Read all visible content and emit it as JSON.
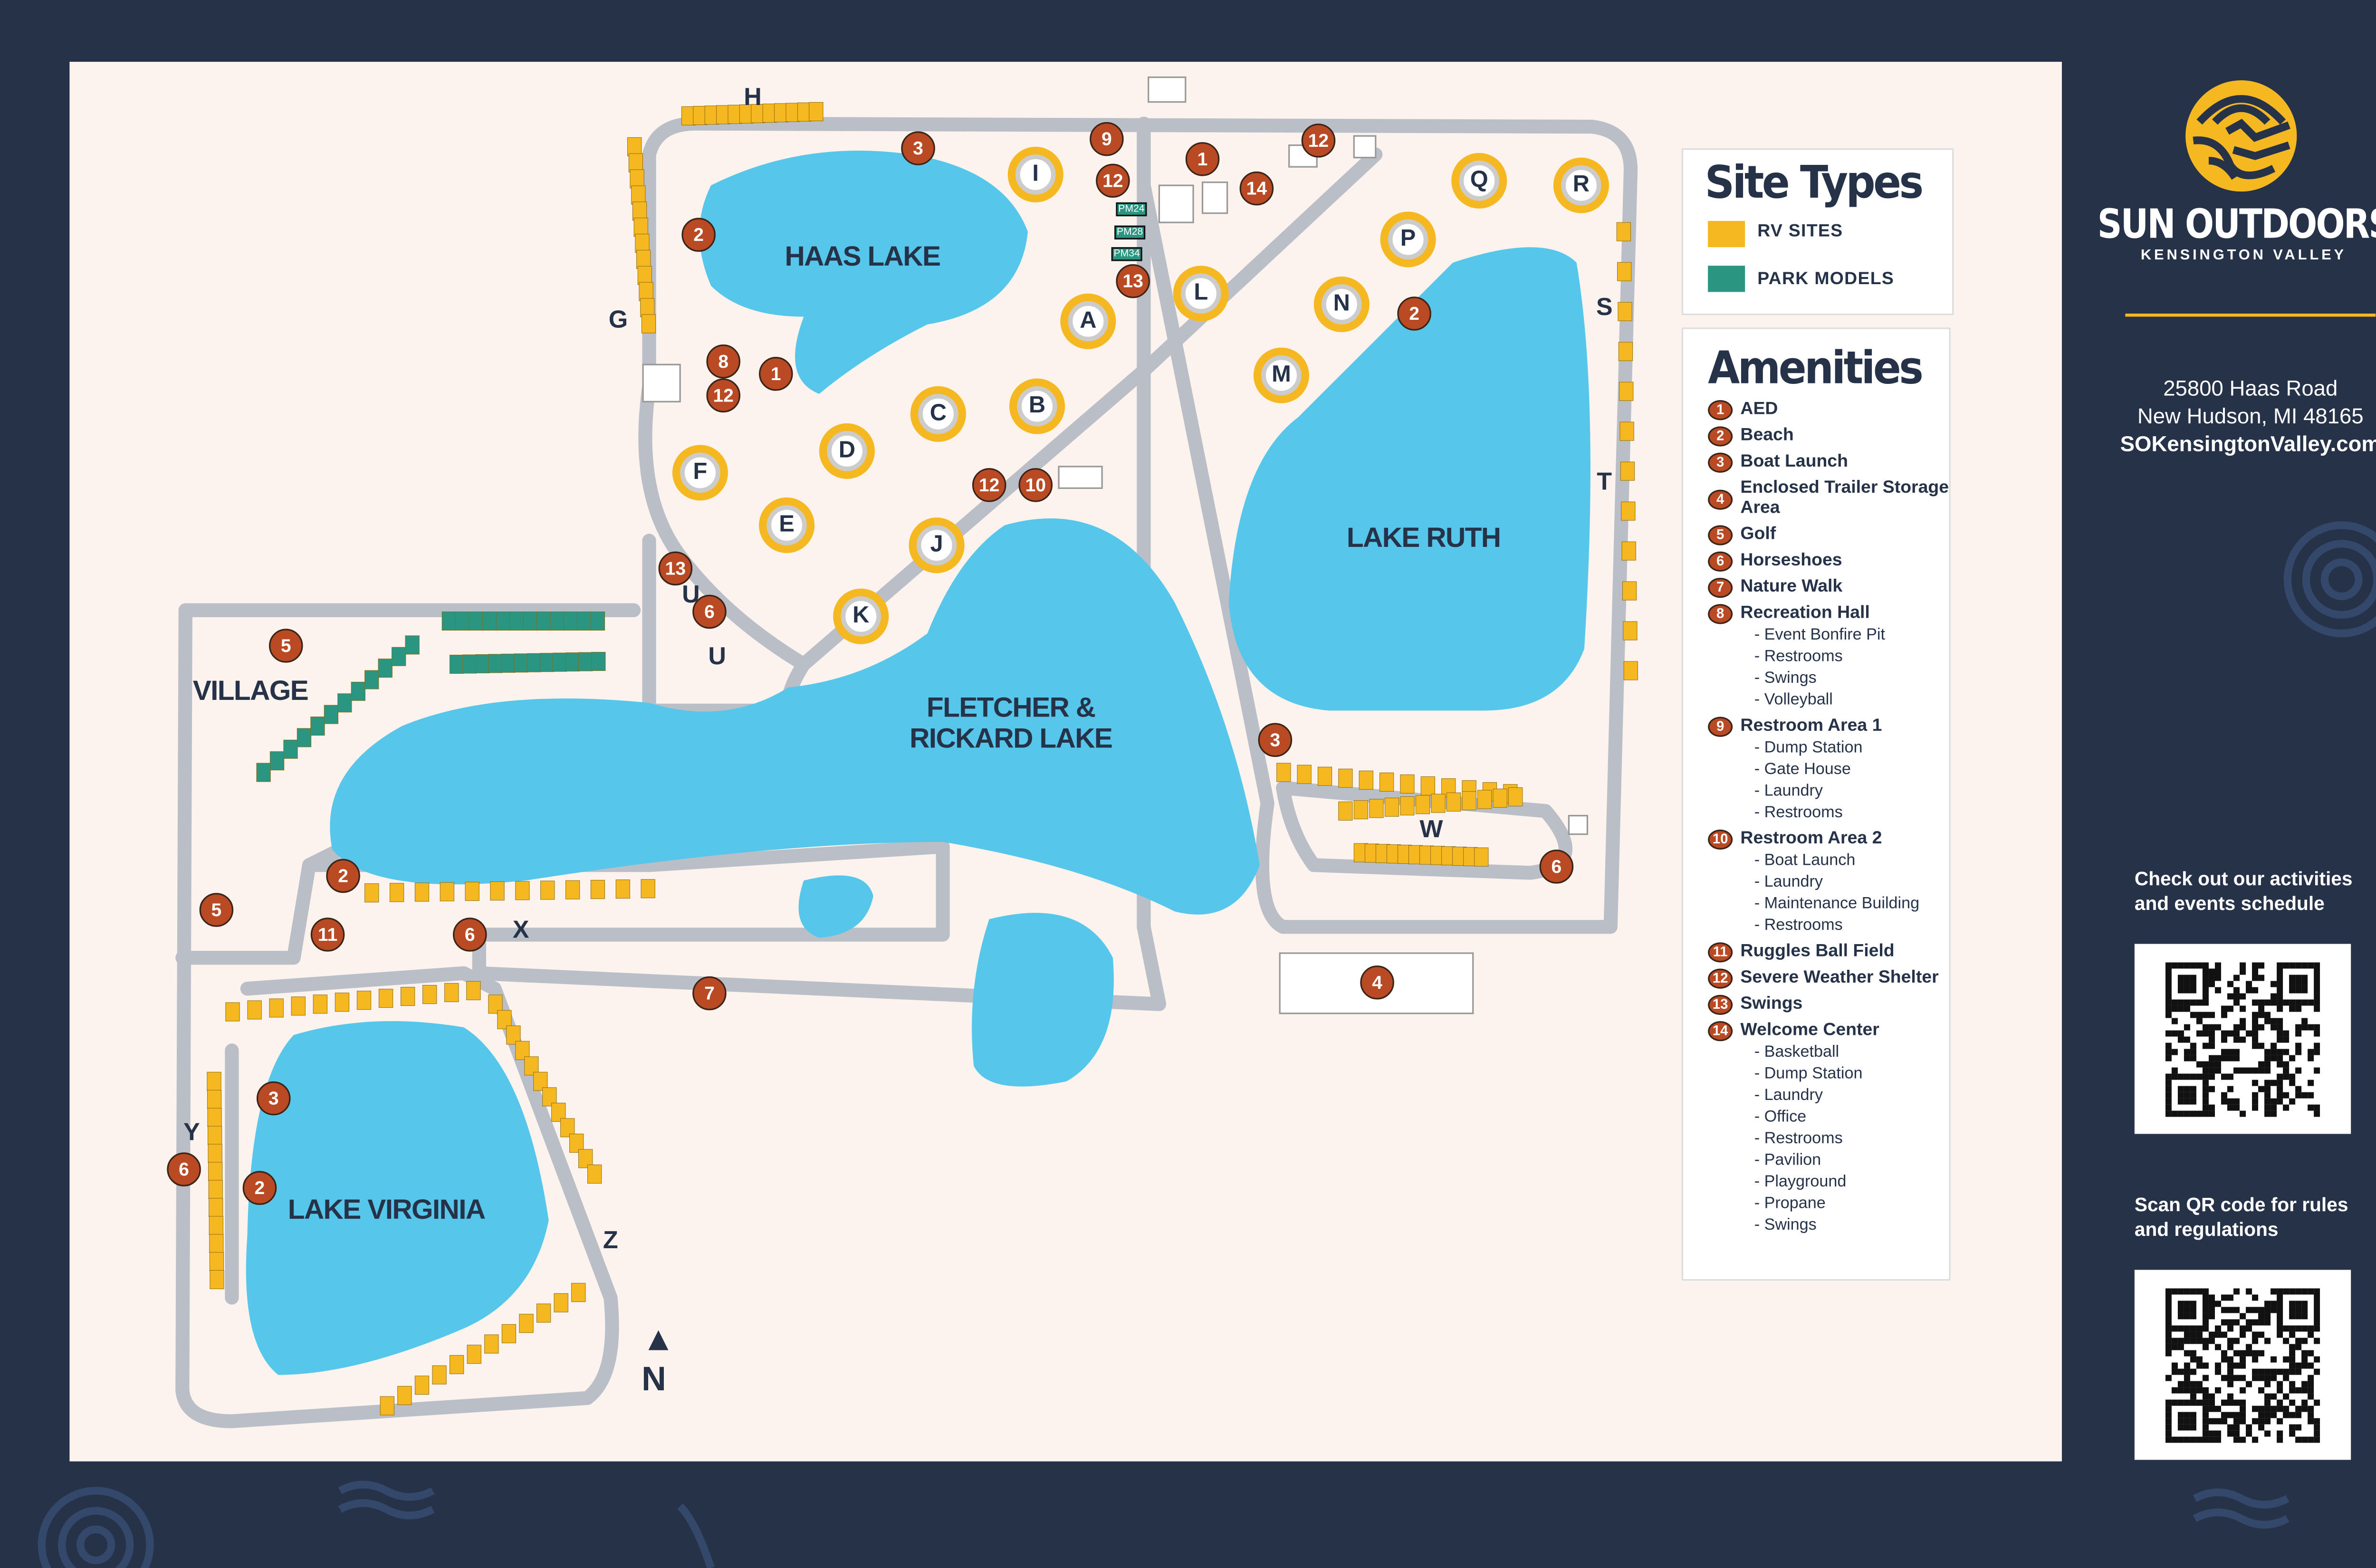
{
  "map": {
    "lakes": {
      "haas": "HAAS LAKE",
      "ruth": "LAKE RUTH",
      "fletcher_1": "FLETCHER &",
      "fletcher_2": "RICKARD LAKE",
      "virginia": "LAKE VIRGINIA"
    },
    "village": "VILLAGE",
    "road_letters": [
      "H",
      "G",
      "S",
      "T",
      "U",
      "U",
      "W",
      "X",
      "Y",
      "Z"
    ],
    "north": "N",
    "loops": [
      "I",
      "A",
      "L",
      "P",
      "Q",
      "R",
      "N",
      "M",
      "C",
      "B",
      "D",
      "F",
      "E",
      "J",
      "K"
    ],
    "markers": [
      "3",
      "9",
      "1",
      "12",
      "12",
      "14",
      "2",
      "13",
      "8",
      "1",
      "12",
      "2",
      "12",
      "10",
      "13",
      "6",
      "5",
      "3",
      "2",
      "5",
      "11",
      "6",
      "7",
      "4",
      "6",
      "3",
      "6",
      "2"
    ],
    "park_model_labels": [
      "PM24",
      "PM28",
      "PM34"
    ]
  },
  "site_types": {
    "title": "Site Types",
    "items": [
      {
        "label": "RV SITES",
        "color": "#f6b820"
      },
      {
        "label": "PARK MODELS",
        "color": "#2a9682"
      }
    ]
  },
  "amenities": {
    "title": "Amenities",
    "items": [
      {
        "num": "1",
        "label": "AED"
      },
      {
        "num": "2",
        "label": "Beach"
      },
      {
        "num": "3",
        "label": "Boat Launch"
      },
      {
        "num": "4",
        "label": "Enclosed Trailer Storage Area"
      },
      {
        "num": "5",
        "label": "Golf"
      },
      {
        "num": "6",
        "label": "Horseshoes"
      },
      {
        "num": "7",
        "label": "Nature Walk"
      },
      {
        "num": "8",
        "label": "Recreation Hall",
        "subs": [
          "- Event Bonfire Pit",
          "- Restrooms",
          "- Swings",
          "- Volleyball"
        ]
      },
      {
        "num": "9",
        "label": "Restroom Area 1",
        "subs": [
          "- Dump Station",
          "- Gate House",
          "- Laundry",
          "- Restrooms"
        ]
      },
      {
        "num": "10",
        "label": "Restroom Area 2",
        "subs": [
          "- Boat Launch",
          "- Laundry",
          "- Maintenance Building",
          "- Restrooms"
        ]
      },
      {
        "num": "11",
        "label": "Ruggles Ball Field"
      },
      {
        "num": "12",
        "label": "Severe Weather Shelter"
      },
      {
        "num": "13",
        "label": "Swings"
      },
      {
        "num": "14",
        "label": "Welcome Center",
        "subs": [
          "- Basketball",
          "- Dump Station",
          "- Laundry",
          "- Office",
          "- Restrooms",
          "- Pavilion",
          "- Playground",
          "- Propane",
          "- Swings"
        ]
      }
    ]
  },
  "brand": {
    "name": "SUN OUTDOORS",
    "tm": "™",
    "sub": "KENSINGTON VALLEY",
    "address1": "25800 Haas Road",
    "address2": "New Hudson, MI 48165",
    "website": "SOKensingtonValley.com"
  },
  "promo": {
    "activities": "Check out our activities and events schedule",
    "rules": "Scan QR code for rules and regulations"
  },
  "colors": {
    "background": "#263248",
    "map": "#fdf3ee",
    "water": "#56c7ea",
    "rv": "#f6b820",
    "park": "#2a9682",
    "marker": "#b94a23"
  }
}
